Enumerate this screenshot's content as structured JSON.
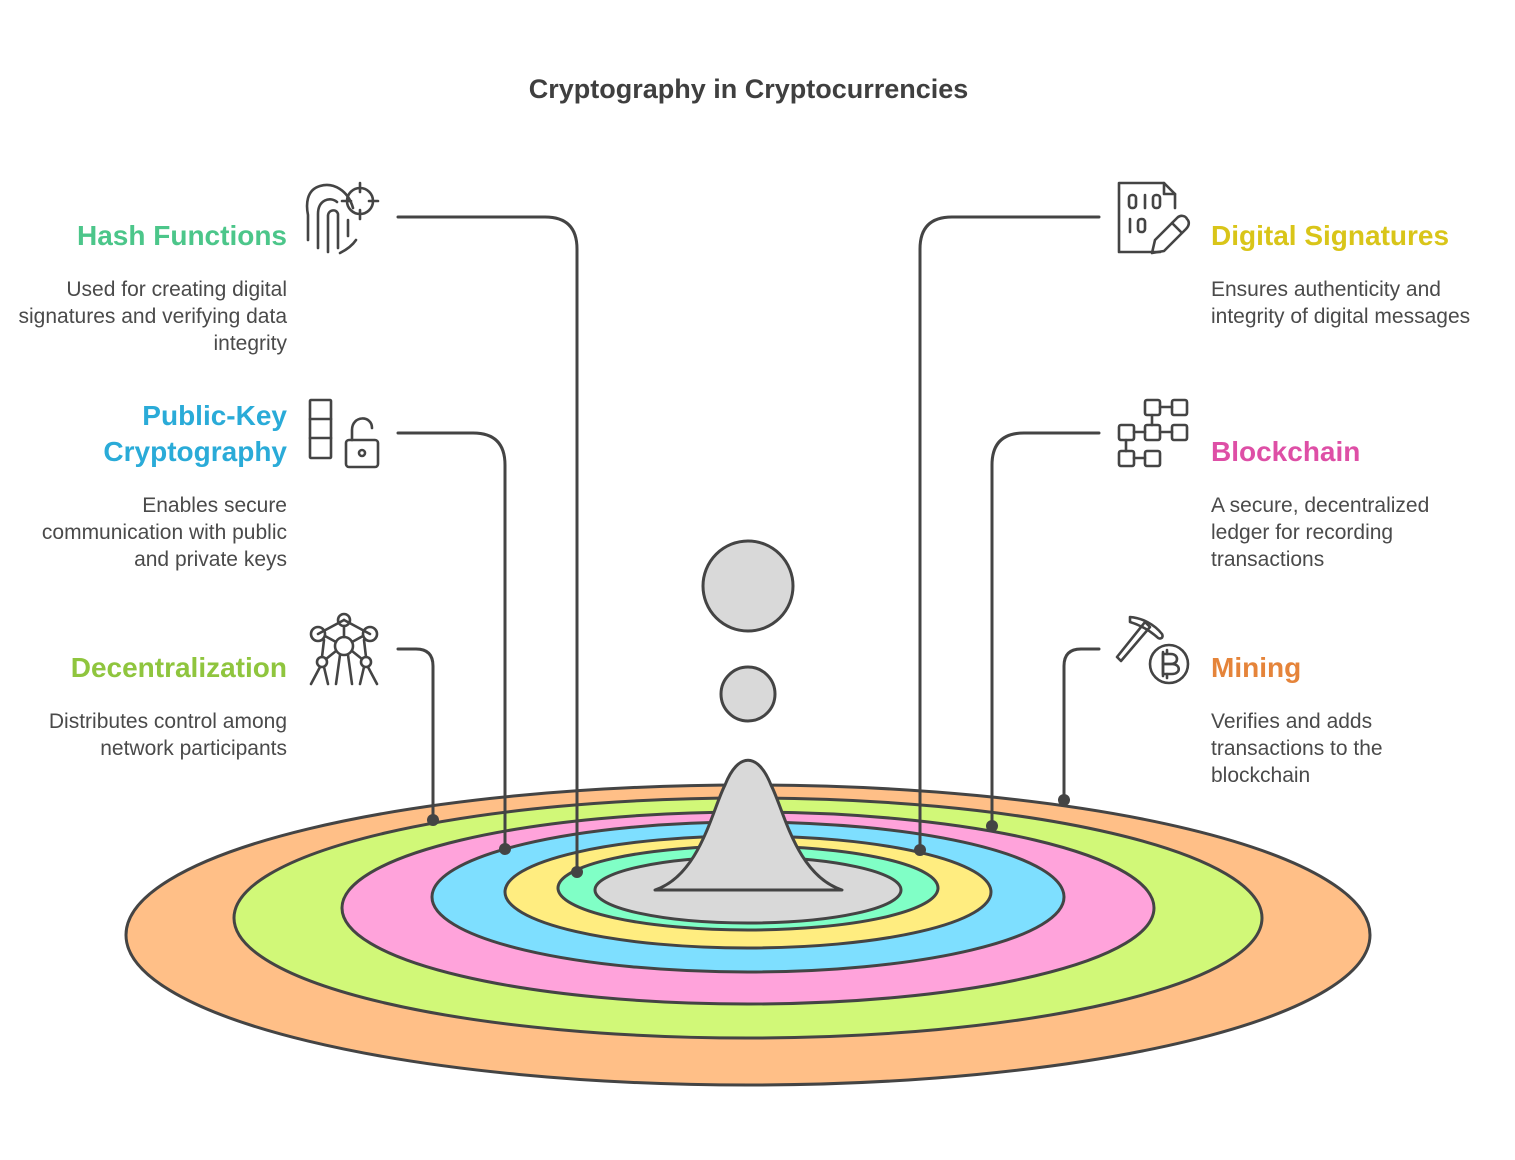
{
  "title": "Cryptography in Cryptocurrencies",
  "colors": {
    "orange": "#FFBF87",
    "lime": "#D1F878",
    "pink": "#FFA3DB",
    "blue": "#7EDFFF",
    "yellow": "#FFED80",
    "green": "#80FFC6",
    "gray": "#D9D9D9",
    "outline": "#444444"
  },
  "items": [
    {
      "id": "hash-functions",
      "heading": "Hash Functions",
      "description": "Used for creating digital signatures and verifying data integrity",
      "color": "#4CC68A",
      "icon": "fingerprint-target-icon"
    },
    {
      "id": "public-key",
      "heading": "Public-Key Cryptography",
      "heading_line1": "Public-Key",
      "heading_line2": "Cryptography",
      "description": "Enables secure communication with public and private keys",
      "color": "#2AABD8",
      "icon": "key-lock-icon"
    },
    {
      "id": "decentralization",
      "heading": "Decentralization",
      "description": "Distributes control among network participants",
      "color": "#8FC53E",
      "icon": "network-atom-icon"
    },
    {
      "id": "digital-signatures",
      "heading": "Digital Signatures",
      "description": "Ensures authenticity and integrity of digital messages",
      "color": "#D9C519",
      "icon": "binary-document-pen-icon"
    },
    {
      "id": "blockchain",
      "heading": "Blockchain",
      "description": "A secure, decentralized ledger for recording transactions",
      "color": "#DE4FA6",
      "icon": "block-chain-icon"
    },
    {
      "id": "mining",
      "heading": "Mining",
      "description": "Verifies and adds transactions to the blockchain",
      "color": "#E5843A",
      "icon": "pickaxe-bitcoin-icon"
    }
  ]
}
